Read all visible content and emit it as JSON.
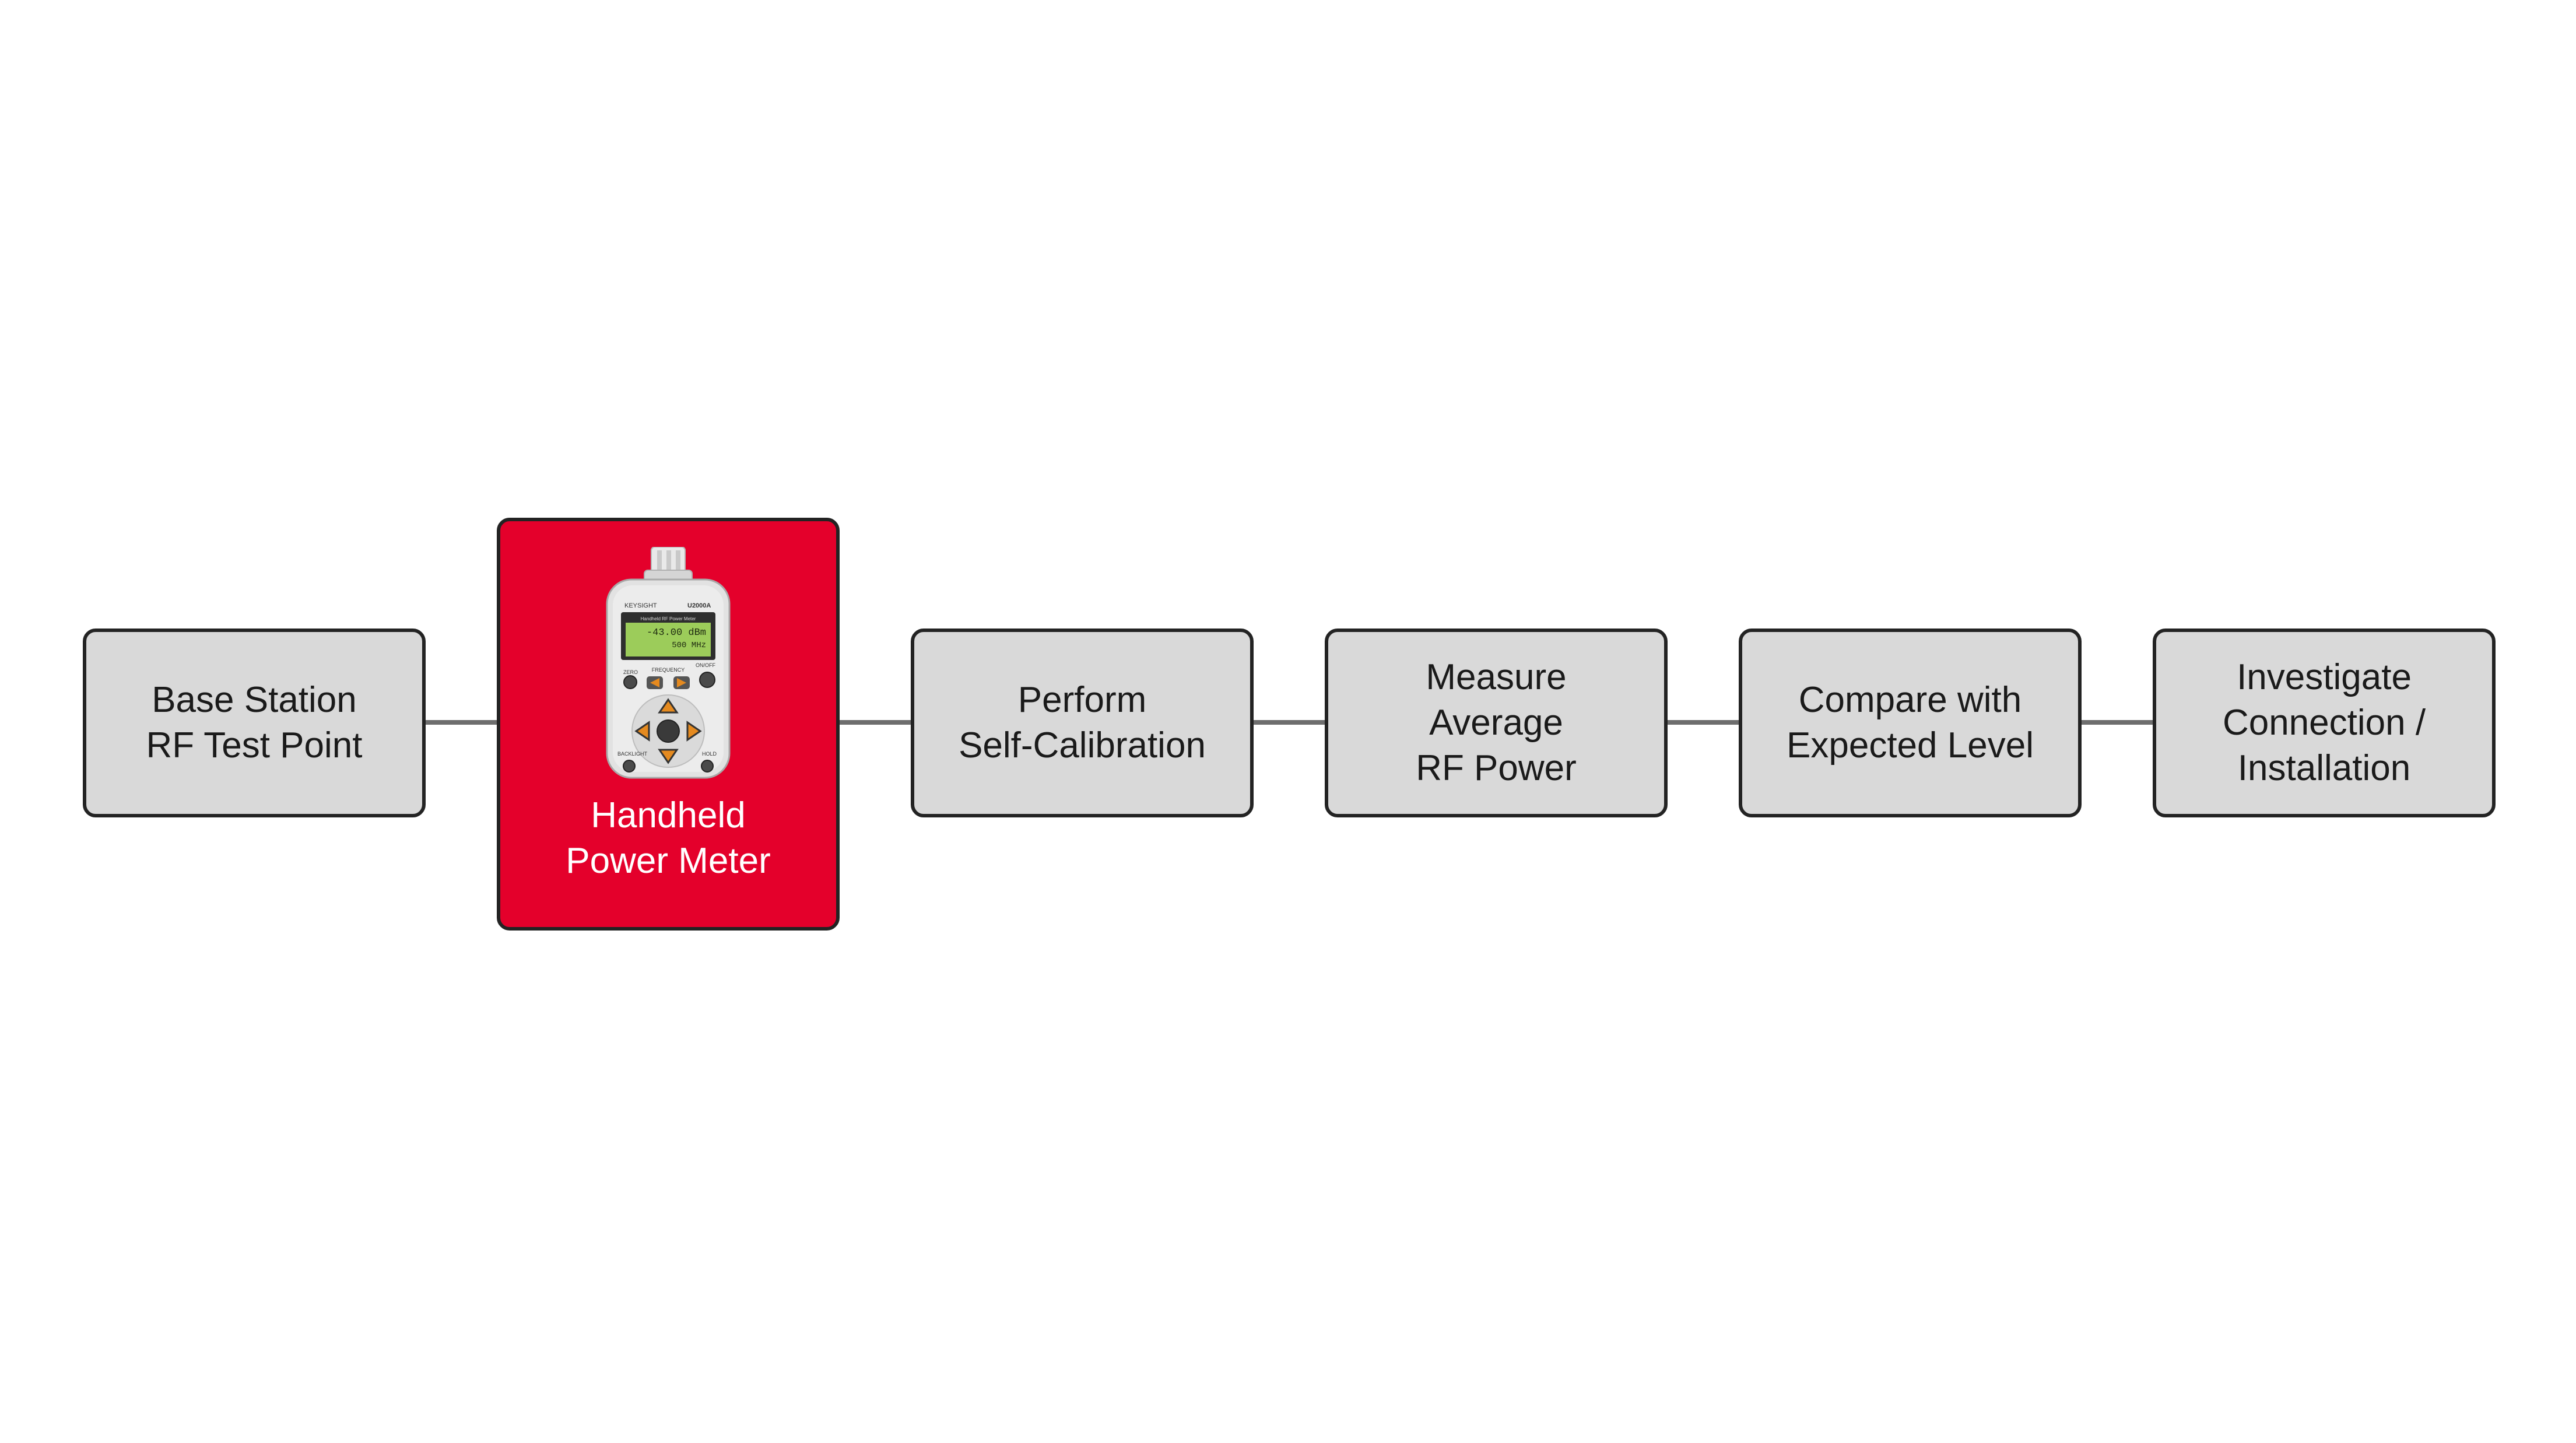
{
  "steps": [
    {
      "id": "base-station",
      "lines": [
        "Base Station",
        "RF Test Point"
      ]
    },
    {
      "id": "power-meter",
      "lines": [
        "Handheld",
        "Power Meter"
      ],
      "highlight": true,
      "icon": "handheld-power-meter-icon"
    },
    {
      "id": "self-calibration",
      "lines": [
        "Perform",
        "Self-Calibration"
      ]
    },
    {
      "id": "measure",
      "lines": [
        "Measure",
        "Average",
        "RF Power"
      ]
    },
    {
      "id": "compare",
      "lines": [
        "Compare with",
        "Expected Level"
      ]
    },
    {
      "id": "investigate",
      "lines": [
        "Investigate",
        "Connection /",
        "Installation"
      ]
    }
  ],
  "device": {
    "brand": "KEYSIGHT",
    "model": "U2000A",
    "header": "Handheld RF Power Meter",
    "reading_1": "-43.00 dBm",
    "reading_2": "500 MHz",
    "labels": [
      "ZERO",
      "FREQUENCY",
      "ON/OFF",
      "BACKLIGHT",
      "HOLD"
    ]
  },
  "colors": {
    "box_fill": "#d9d9d9",
    "box_border": "#232323",
    "highlight": "#e4002b",
    "connector": "#6e6e6e"
  }
}
